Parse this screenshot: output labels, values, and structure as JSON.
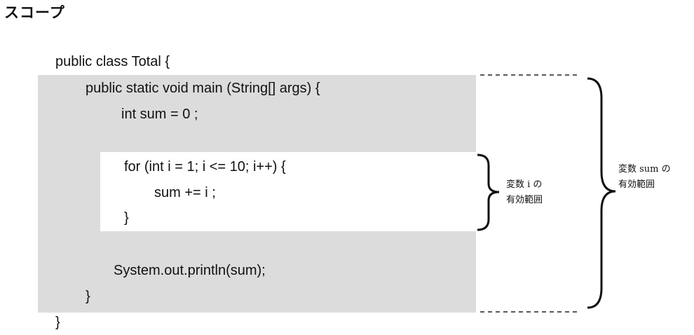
{
  "title": "スコープ",
  "code_lines": [
    "public class Total {",
    "public static void main (String[] args) {",
    "int sum = 0 ;",
    "for (int i = 1; i <= 10; i++) {",
    "sum += i ;",
    "}",
    "System.out.println(sum);",
    "}",
    "}"
  ],
  "annotations": {
    "i_scope": {
      "line1": "変数 i の",
      "line2": "有効範囲"
    },
    "sum_scope": {
      "line1": "変数 sum の",
      "line2": "有効範囲"
    }
  },
  "colors": {
    "outer_scope_fill": "#dcdcdc",
    "inner_scope_fill": "#ffffff",
    "text": "#111111"
  }
}
